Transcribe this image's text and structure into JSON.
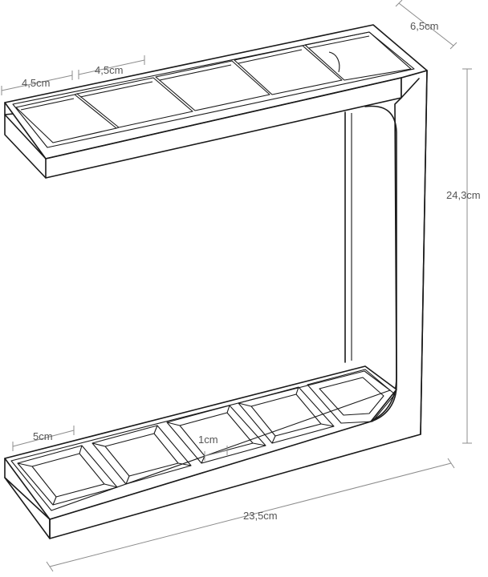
{
  "diagram": {
    "dimensions": {
      "depth": "6,5cm",
      "top_slot_left": "4,5cm",
      "top_slot_mid": "4,5cm",
      "height": "24,3cm",
      "bottom_slot": "5cm",
      "slot_gap": "1cm",
      "width": "23,5cm"
    }
  }
}
